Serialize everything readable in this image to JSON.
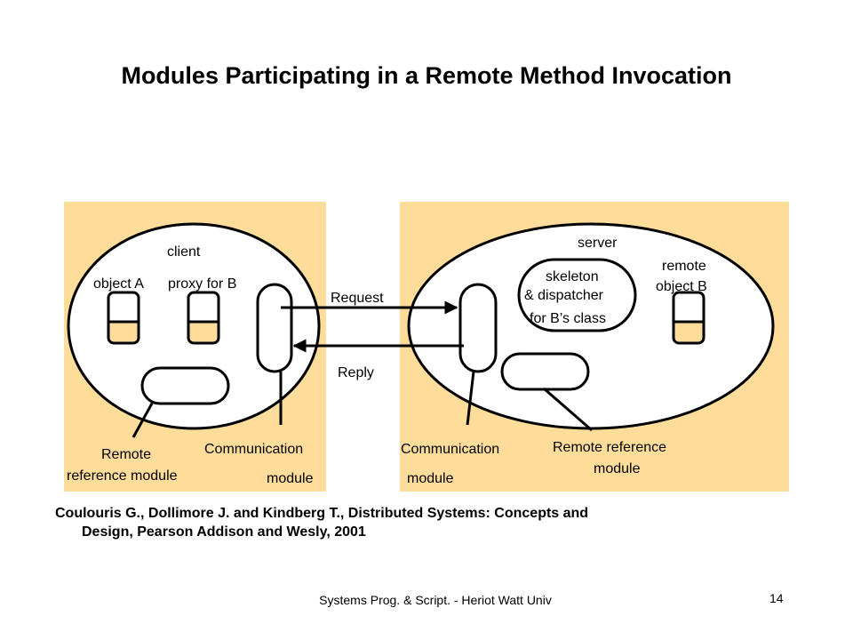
{
  "slide": {
    "title": "Modules Participating in a Remote Method Invocation",
    "citation_line1": "Coulouris G., Dollimore J. and Kindberg T., Distributed Systems: Concepts and",
    "citation_line2": "Design, Pearson Addison and Wesly, 2001",
    "footer": "Systems Prog. & Script. - Heriot Watt Univ",
    "page_number": "14"
  },
  "diagram": {
    "client": {
      "label": "client",
      "object_a": "object A",
      "proxy": "proxy for B",
      "remote_ref_line1": "Remote",
      "remote_ref_line2": "reference module",
      "comm_line1": "Communication",
      "comm_line2": "module"
    },
    "server": {
      "label": "server",
      "skeleton_line1": "skeleton",
      "skeleton_line2": "& dispatcher",
      "skeleton_line3": "for B’s class",
      "remote_obj_line1": "remote",
      "remote_obj_line2": "object B",
      "comm_line1": "Communication",
      "comm_line2": "module",
      "remote_ref_line1": "Remote reference",
      "remote_ref_line2": "module"
    },
    "request": "Request",
    "reply": "Reply",
    "colors": {
      "panel": "#fedc9a",
      "object_fill": "#fedc9a",
      "ellipse": "#ffffff",
      "stroke": "#000000"
    }
  }
}
